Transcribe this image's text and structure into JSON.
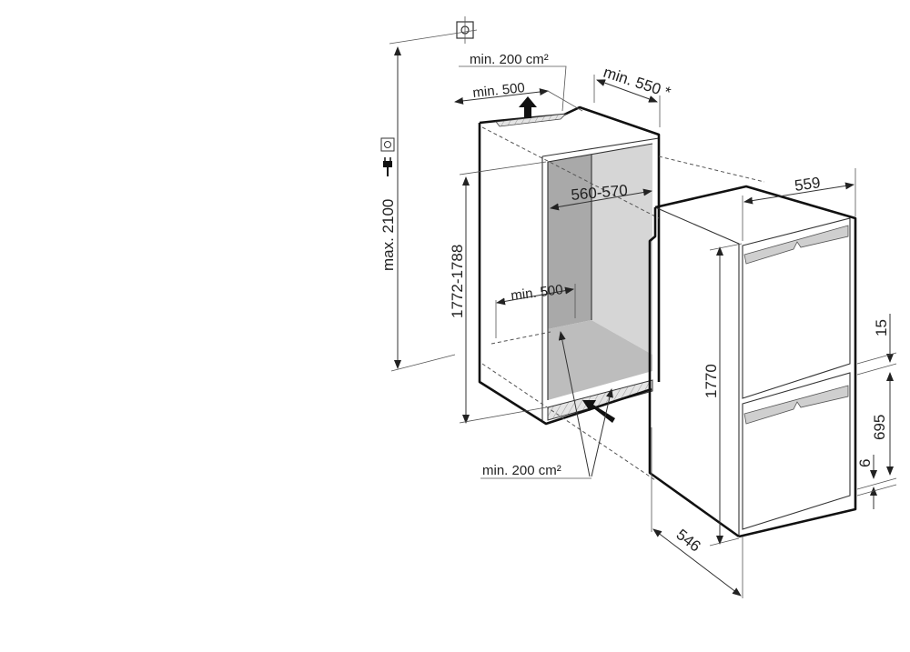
{
  "diagram": {
    "title": "Built-in fridge-freezer niche installation dimensions",
    "units": "mm",
    "labels": {
      "vent_top_area": "min. 200 cm²",
      "vent_top_width": "min. 500",
      "depth_niche": "min. 550 *",
      "max_height_socket": "max. 2100",
      "niche_height": "1772-1788",
      "niche_width": "560-570",
      "vent_bottom_width": "min. 500",
      "vent_bottom_area": "min. 200 cm²",
      "appliance_width": "559",
      "appliance_height": "1770",
      "appliance_depth": "546",
      "door_gap": "15",
      "lower_door_height": "695",
      "bottom_offset": "6"
    },
    "icons": {
      "water_connection": "water-connection-icon",
      "power_socket": "power-socket-icon",
      "plug": "plug-icon"
    },
    "colors": {
      "line": "#111111",
      "niche_shadow_dark": "#a9a9a9",
      "niche_shadow_light": "#d6d6d6",
      "handle": "#cfcfcf",
      "background": "#ffffff"
    }
  }
}
